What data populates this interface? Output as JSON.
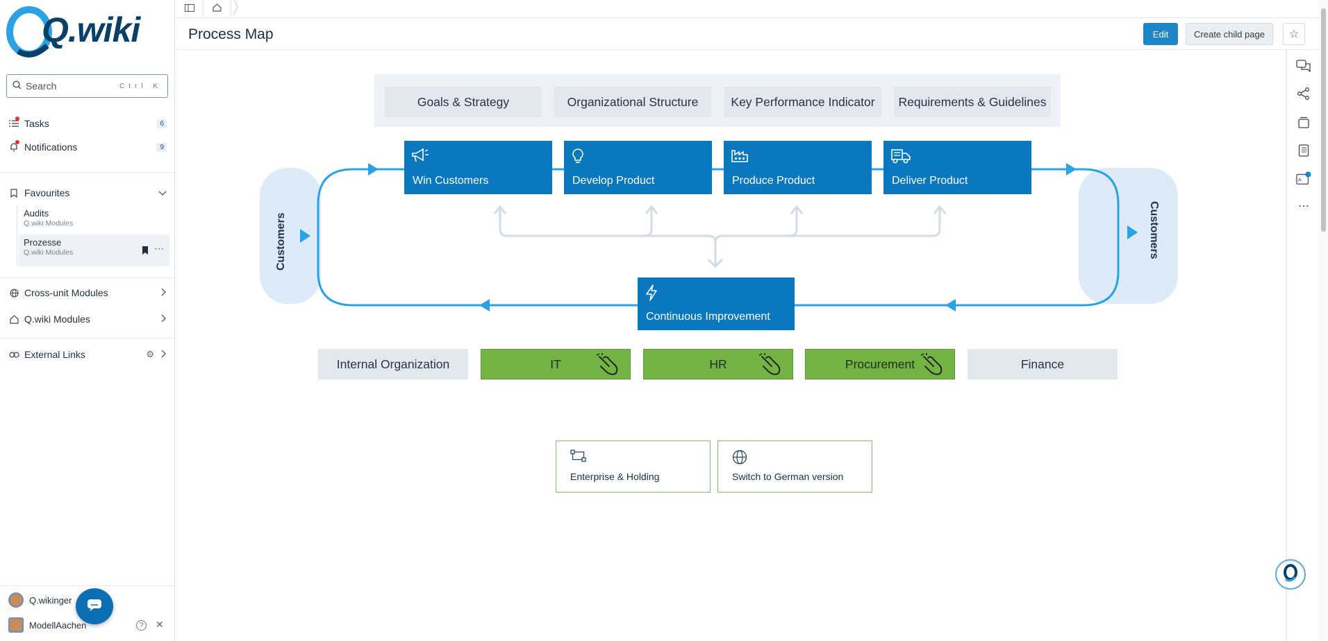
{
  "app": {
    "logo_text": "Q.wiki"
  },
  "search": {
    "placeholder": "Search",
    "shortcut": "Ctrl K"
  },
  "sidebar": {
    "tasks": {
      "label": "Tasks",
      "count": "6"
    },
    "notifications": {
      "label": "Notifications",
      "count": "9"
    },
    "favourites": {
      "label": "Favourites",
      "items": [
        {
          "title": "Audits",
          "sub": "Q.wiki Modules"
        },
        {
          "title": "Prozesse",
          "sub": "Q.wiki Modules"
        }
      ]
    },
    "cross_unit": "Cross-unit Modules",
    "qwiki_modules": "Q.wiki Modules",
    "external_links": "External Links",
    "users": [
      {
        "name": "Q.wikinger"
      },
      {
        "name": "ModellAachen"
      }
    ]
  },
  "header": {
    "title": "Process Map",
    "edit": "Edit",
    "create_child": "Create child page"
  },
  "map": {
    "top_boxes": [
      "Goals  & Strategy",
      "Organizational Structure",
      "Key Performance Indicator",
      "Requirements & Guidelines"
    ],
    "processes": [
      "Win Customers",
      "Develop Product",
      "Produce Product",
      "Deliver Product"
    ],
    "customers_left": "Customers",
    "customers_right": "Customers",
    "improvement": "Continuous Improvement",
    "support": [
      {
        "label": "Internal Organization",
        "style": "grey"
      },
      {
        "label": "IT",
        "style": "green"
      },
      {
        "label": "HR",
        "style": "green"
      },
      {
        "label": "Procurement",
        "style": "green"
      },
      {
        "label": "Finance",
        "style": "grey"
      }
    ],
    "tiles": [
      "Enterprise & Holding",
      "Switch to German version"
    ]
  },
  "colors": {
    "accent": "#0a78be",
    "flow": "#2aa3e6",
    "green": "#72b344",
    "grey": "#e3e8ee"
  }
}
